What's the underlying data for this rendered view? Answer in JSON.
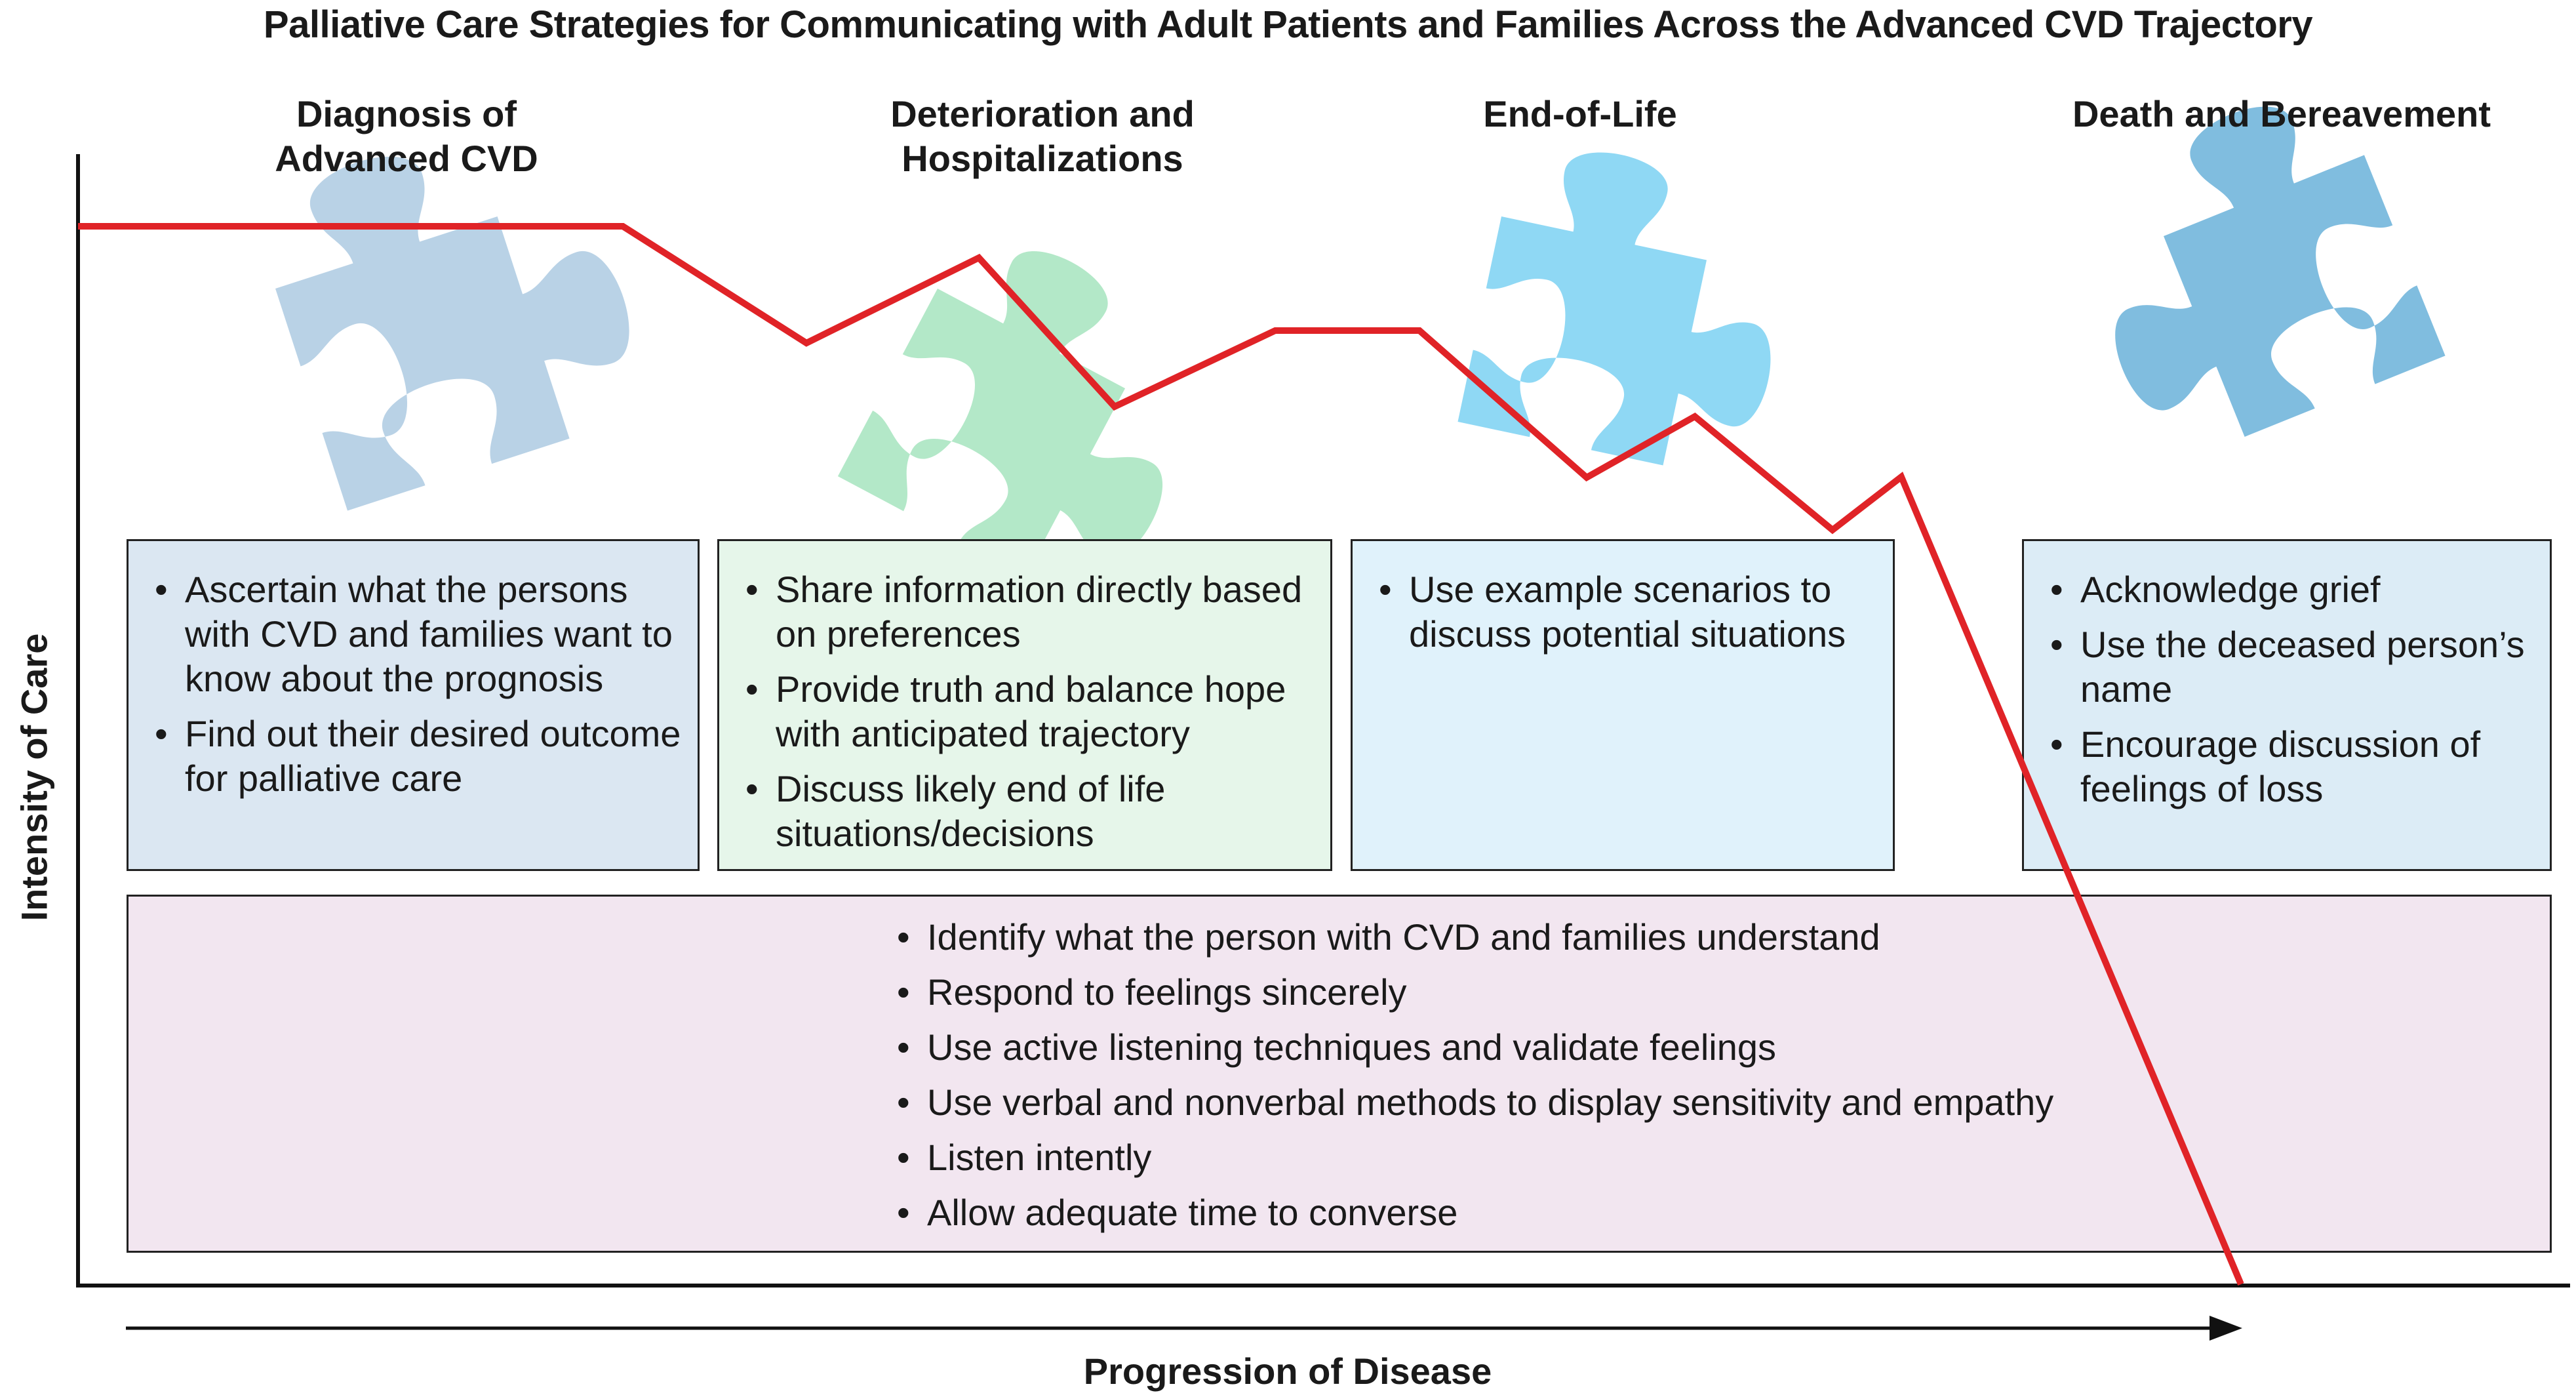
{
  "title": "Palliative Care Strategies for Communicating with Adult Patients and Families Across the Advanced CVD Trajectory",
  "y_axis_label": "Intensity of Care",
  "x_axis_label": "Progression of Disease",
  "stages": [
    {
      "label": "Diagnosis of\nAdvanced CVD",
      "puzzle_color": "#b9d2e6",
      "box_color": "#dbe7f2",
      "strategies": [
        "Ascertain what the persons with CVD and families want to know about the prognosis",
        "Find out their desired outcome for palliative care"
      ]
    },
    {
      "label": "Deterioration and\nHospitalizations",
      "puzzle_color": "#b3e8c8",
      "box_color": "#e6f6ea",
      "strategies": [
        "Share information directly based on preferences",
        "Provide truth and balance hope with anticipated trajectory",
        "Discuss likely end of life situations/decisions"
      ]
    },
    {
      "label": "End-of-Life",
      "puzzle_color": "#8fd8f4",
      "box_color": "#e0f2fb",
      "strategies": [
        "Use example scenarios to discuss potential situations"
      ]
    },
    {
      "label": "Death and Bereavement",
      "puzzle_color": "#80bddf",
      "box_color": "#dcecf6",
      "strategies": [
        "Acknowledge grief",
        "Use the deceased person’s name",
        "Encourage discussion of feelings of loss"
      ]
    }
  ],
  "common_strategies": {
    "box_color": "#f2e6f0",
    "items": [
      "Identify what the person with CVD and families understand",
      "Respond to feelings sincerely",
      "Use active listening techniques and validate feelings",
      "Use verbal and nonverbal methods to display sensitivity and empathy",
      "Listen intently",
      "Allow adequate time to converse"
    ]
  },
  "trajectory_color": "#e02327"
}
